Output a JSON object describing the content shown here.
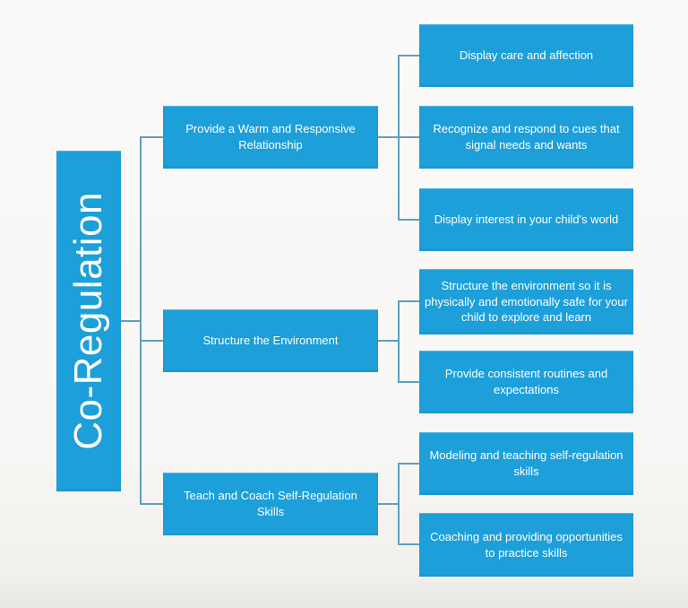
{
  "diagram": {
    "type": "hierarchy-tree",
    "root": {
      "label": "Co-Regulation"
    },
    "branches": [
      {
        "label": "Provide a Warm and Responsive Relationship",
        "children": [
          "Display care and affection",
          "Recognize and respond to cues that signal needs and wants",
          "Display interest in your child's world"
        ]
      },
      {
        "label": "Structure the Environment",
        "children": [
          "Structure the environment so it is physically and emotionally safe for your child to explore and learn",
          "Provide consistent routines and expectations"
        ]
      },
      {
        "label": "Teach and Coach Self-Regulation Skills",
        "children": [
          "Modeling and teaching self-regulation skills",
          "Coaching and providing opportunities to practice skills"
        ]
      }
    ],
    "colors": {
      "box_fill": "#1d9fd9",
      "box_text": "#ffffff",
      "connector": "#5e9fc2",
      "background": "#f8f7f5"
    }
  }
}
